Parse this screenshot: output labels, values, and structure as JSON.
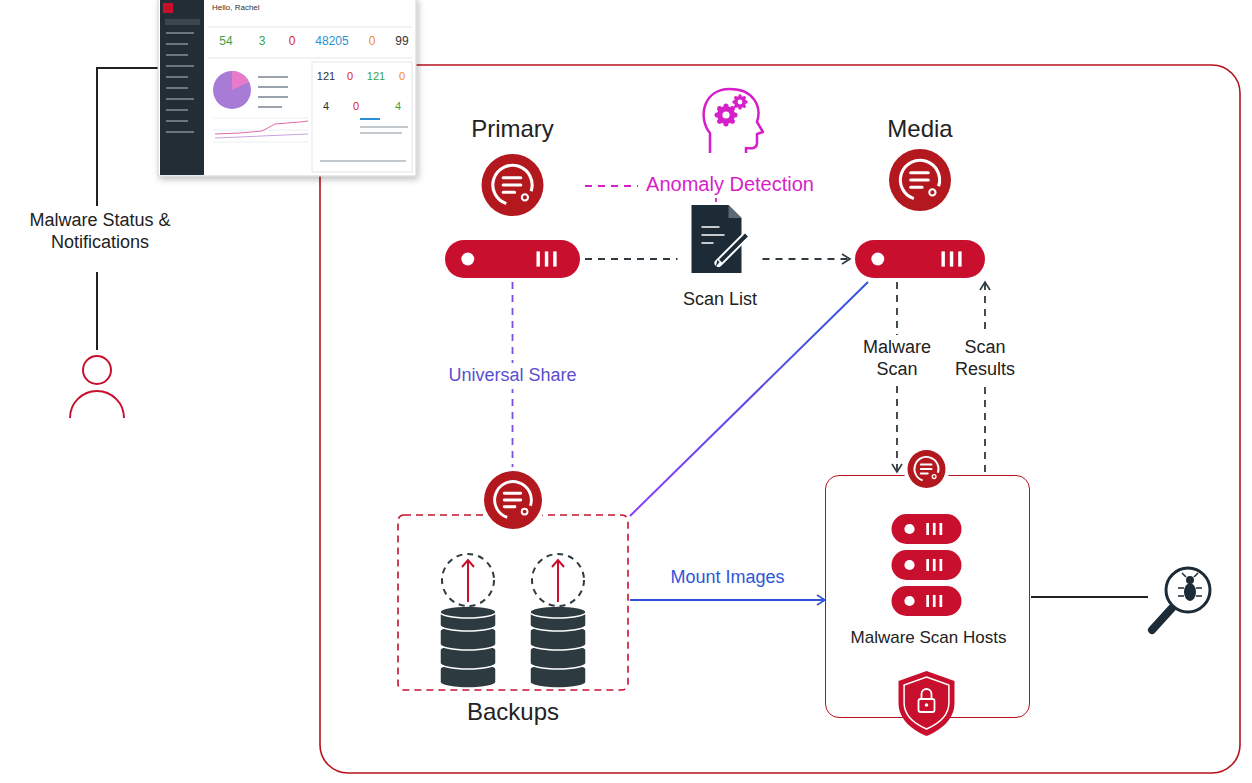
{
  "diagram": {
    "nodes": [
      {
        "text": [
          "Primary"
        ]
      },
      {
        "text": [
          "Anomaly Detection"
        ]
      },
      {
        "text": [
          "Media"
        ]
      },
      {
        "text": [
          "Scan List"
        ]
      },
      {
        "text": [
          "Backups"
        ]
      },
      {
        "text": [
          "Malware Scan Hosts"
        ]
      }
    ],
    "edges": [
      {
        "from": 0,
        "to": 1,
        "arrow": "none"
      },
      {
        "from": 1,
        "to": 3,
        "arrow": "none"
      },
      {
        "from": 0,
        "to": 3,
        "arrow": "none"
      },
      {
        "from": 3,
        "to": 2,
        "arrow": "to"
      },
      {
        "from": 0,
        "to": 4,
        "label": "Universal Share",
        "arrow": "none"
      },
      {
        "from": 4,
        "to": 2,
        "arrow": "none"
      },
      {
        "from": 4,
        "to": 5,
        "label": "Mount Images",
        "arrow": "to"
      },
      {
        "from": 2,
        "to": 5,
        "label": "Malware Scan",
        "arrow": "to"
      },
      {
        "from": 5,
        "to": 2,
        "label": "Scan Results",
        "arrow": "to"
      }
    ],
    "labels": [
      "Malware Status & Notifications",
      "Hello, Rachel",
      "54",
      "3",
      "0",
      "48205",
      "0",
      "99",
      "121",
      "0",
      "121",
      "0",
      "4",
      "0",
      "4"
    ]
  }
}
